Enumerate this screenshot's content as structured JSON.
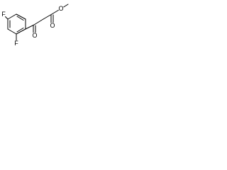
{
  "molecule": {
    "atoms": {
      "fluorine_top": "F",
      "fluorine_bottom": "F",
      "ketone_oxygen": "O",
      "ester_carbonyl_oxygen": "O",
      "ester_ether_oxygen": "O"
    }
  }
}
